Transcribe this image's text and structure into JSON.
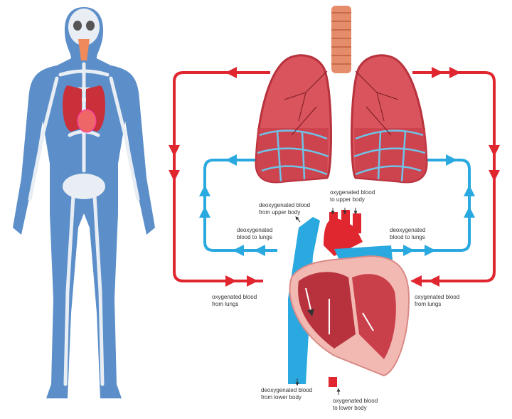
{
  "colors": {
    "oxygenated": "#e0262f",
    "deoxygenated": "#29a9df",
    "body": "#3f7bbf",
    "lung": "#d9545d"
  },
  "labels": {
    "to_upper_body": [
      "oxygenated blood",
      "to upper body"
    ],
    "from_upper_body": [
      "deoxygenated blood",
      "from upper body"
    ],
    "to_lungs_left": [
      "deoxygenated",
      "blood to lungs"
    ],
    "to_lungs_right": [
      "deoxygenated",
      "blood to lungs"
    ],
    "from_lungs_left": [
      "oxygenated blood",
      "from lungs"
    ],
    "from_lungs_right": [
      "oxygenated blood",
      "from lungs"
    ],
    "from_lower_body": [
      "deoxygenated blood",
      "from lower body"
    ],
    "to_lower_body": [
      "oxygenated blood",
      "to lower body"
    ]
  }
}
